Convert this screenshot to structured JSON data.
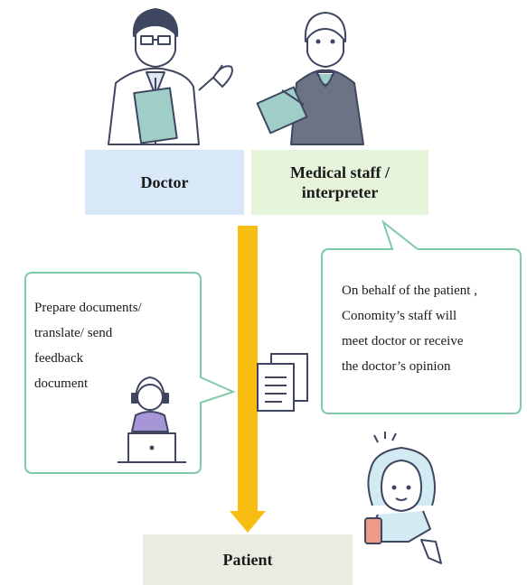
{
  "doctor": {
    "label": "Doctor"
  },
  "staff": {
    "label": "Medical staff / interpreter"
  },
  "patient": {
    "label": "Patient"
  },
  "left_bubble": {
    "text": "Prepare documents/\ntranslate/ send\nfeedback\ndocument"
  },
  "right_bubble": {
    "text": "On behalf of the patient ,\nConomity’s staff will\nmeet doctor or receive\nthe doctor’s opinion"
  },
  "colors": {
    "arrow": "#f7bd10",
    "bubble_border": "#7fcba7",
    "doctor_box": "#d8e8f8",
    "staff_box": "#e6f4dc",
    "patient_box": "#ecebe2",
    "outline": "#3e4660"
  }
}
